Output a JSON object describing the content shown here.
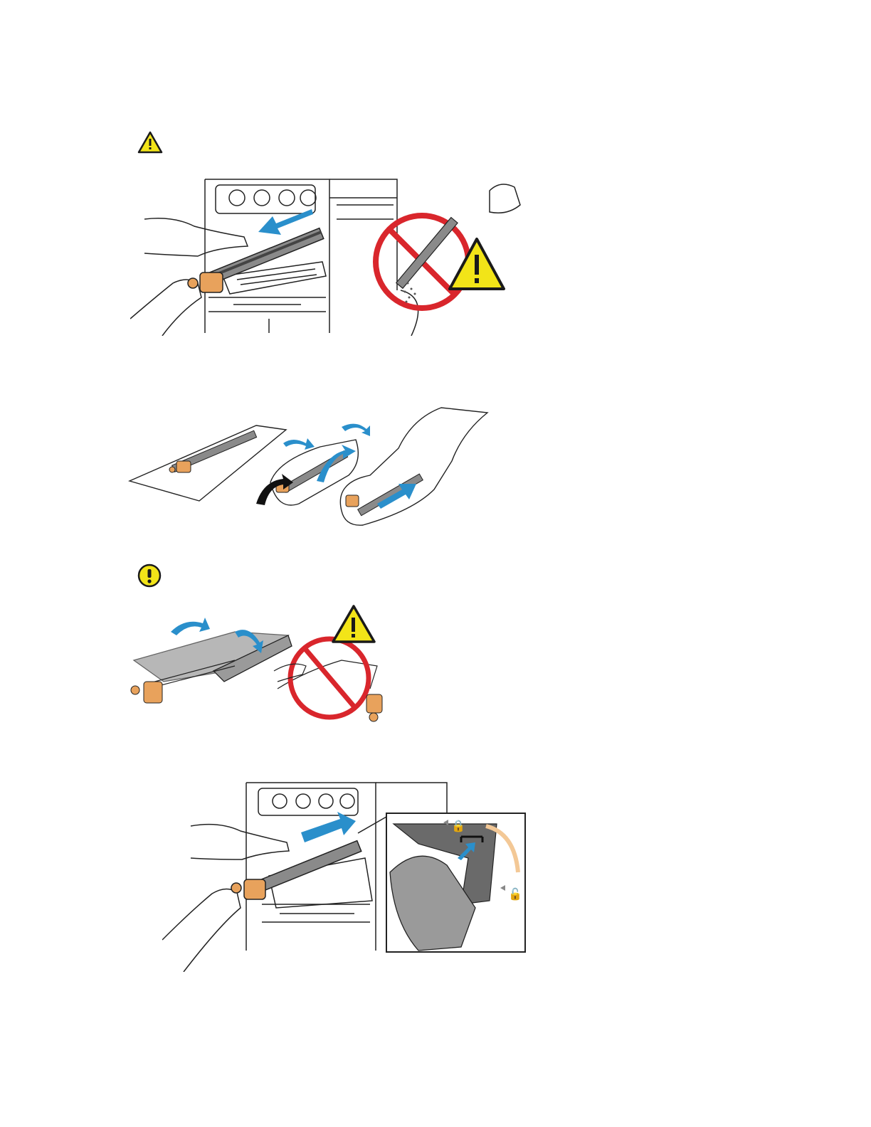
{
  "page": {
    "background": "#ffffff"
  },
  "icons": {
    "warning": {
      "name": "warning-triangle-icon",
      "fill": "#f2e418",
      "stroke": "#1a1a1a",
      "glyph": "!"
    },
    "caution": {
      "name": "caution-circle-icon",
      "fill": "#f2e418",
      "stroke": "#1a1a1a",
      "glyph": "!"
    }
  },
  "colors": {
    "arrow_blue": "#2a8fcb",
    "prohibit_red": "#d9262c",
    "cartridge_orange": "#e8a25c",
    "cartridge_gray": "#8a8a8a",
    "line": "#222222",
    "lock_arrow": "#f3c896"
  },
  "illustrations": [
    {
      "name": "remove-drum-illustration"
    },
    {
      "name": "unpack-drum-illustration"
    },
    {
      "name": "protective-cover-illustration"
    },
    {
      "name": "insert-drum-illustration"
    }
  ]
}
